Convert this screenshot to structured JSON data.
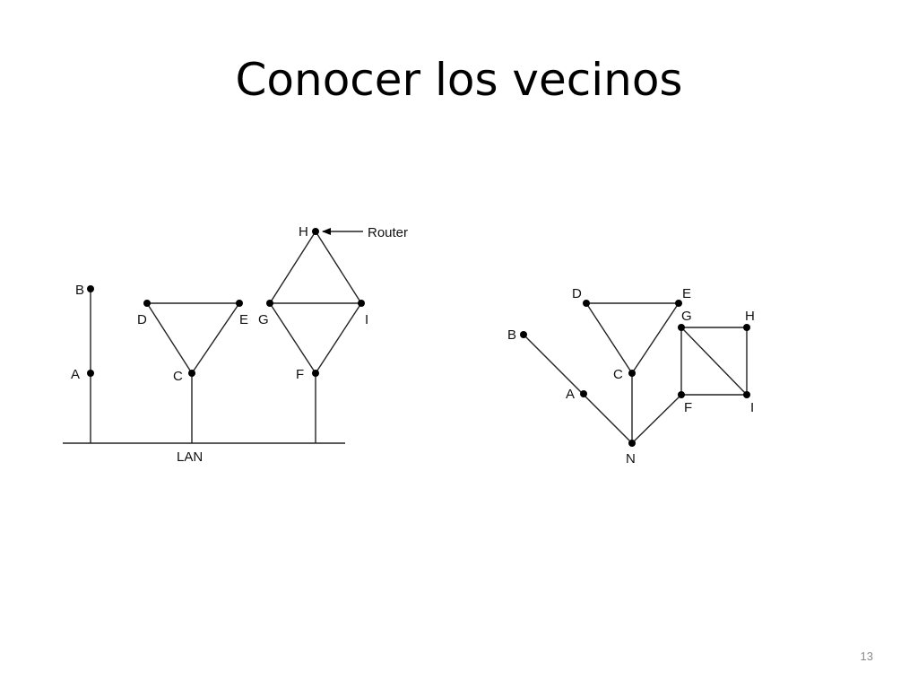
{
  "title": "Conocer los vecinos",
  "slide_number": "13",
  "left_diagram": {
    "lan_label": "LAN",
    "router_label": "Router",
    "nodes": [
      "A",
      "B",
      "C",
      "D",
      "E",
      "F",
      "G",
      "H",
      "I"
    ]
  },
  "right_diagram": {
    "nodes": [
      "A",
      "B",
      "C",
      "D",
      "E",
      "F",
      "G",
      "H",
      "I",
      "N"
    ]
  }
}
